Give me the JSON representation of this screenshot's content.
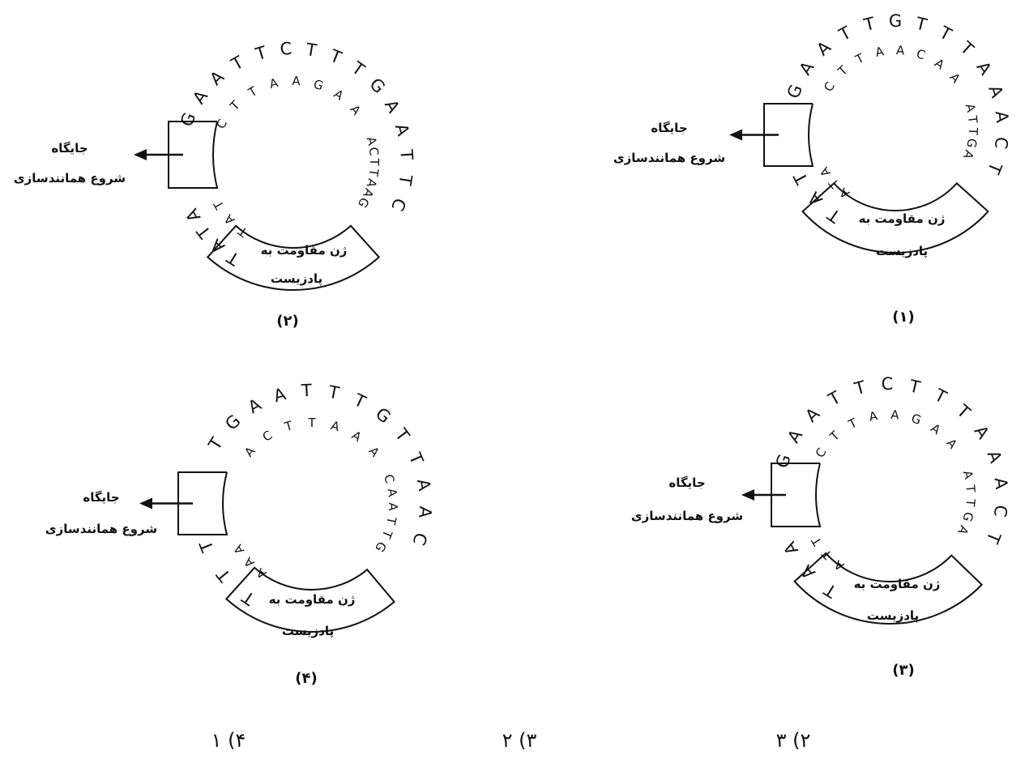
{
  "labels": {
    "origin_line1": "جایگاه",
    "origin_line2": "شروع همانندسازی",
    "gene_line1": "ژن مقاومت به",
    "gene_line2": "پادزیست"
  },
  "plasmids": [
    {
      "caption": "(۲)",
      "outer": [
        "G",
        "A",
        "A",
        "T",
        "T",
        "C",
        "T",
        "T",
        "T",
        "G",
        "A",
        "A",
        "T",
        "T",
        "C"
      ],
      "inner_top": [
        "C",
        "T",
        "T",
        "A",
        "A",
        "G",
        "A",
        "A"
      ],
      "inner_right": [
        "A",
        "C",
        "T",
        "T",
        "A",
        "A",
        "G"
      ],
      "left_outer": [
        "A",
        "T",
        "A",
        "T"
      ],
      "left_inner": [
        "T",
        "A",
        "T"
      ]
    },
    {
      "caption": "(۱)",
      "outer": [
        "G",
        "A",
        "A",
        "T",
        "T",
        "G",
        "T",
        "T",
        "T",
        "A",
        "A",
        "A",
        "C",
        "T"
      ],
      "inner_top": [
        "C",
        "T",
        "T",
        "A",
        "A",
        "C",
        "A",
        "A"
      ],
      "inner_right": [
        "A",
        "T",
        "T",
        "G",
        "A"
      ],
      "left_outer": [
        "T",
        "A",
        "T"
      ],
      "left_inner": [
        "A",
        "T",
        "A"
      ]
    },
    {
      "caption": "(۴)",
      "outer": [
        "T",
        "G",
        "A",
        "A",
        "T",
        "T",
        "T",
        "G",
        "T",
        "T",
        "A",
        "A",
        "C"
      ],
      "inner_top": [
        "A",
        "C",
        "T",
        "T",
        "A",
        "A",
        "A"
      ],
      "inner_right": [
        "C",
        "A",
        "A",
        "T",
        "T",
        "G"
      ],
      "left_outer": [
        "T",
        "T",
        "T"
      ],
      "left_inner": [
        "A",
        "A",
        "A"
      ]
    },
    {
      "caption": "(۳)",
      "outer": [
        "G",
        "A",
        "A",
        "T",
        "T",
        "C",
        "T",
        "T",
        "T",
        "A",
        "A",
        "A",
        "C",
        "T"
      ],
      "inner_top": [
        "C",
        "T",
        "T",
        "A",
        "A",
        "G",
        "A",
        "A"
      ],
      "inner_right": [
        "A",
        "T",
        "T",
        "G",
        "A"
      ],
      "left_outer": [
        "A",
        "A",
        "T"
      ],
      "left_inner": [
        "T",
        "T",
        "A"
      ]
    }
  ],
  "options": [
    "۱ (۴",
    "۲ (۳",
    "۳ (۲"
  ]
}
